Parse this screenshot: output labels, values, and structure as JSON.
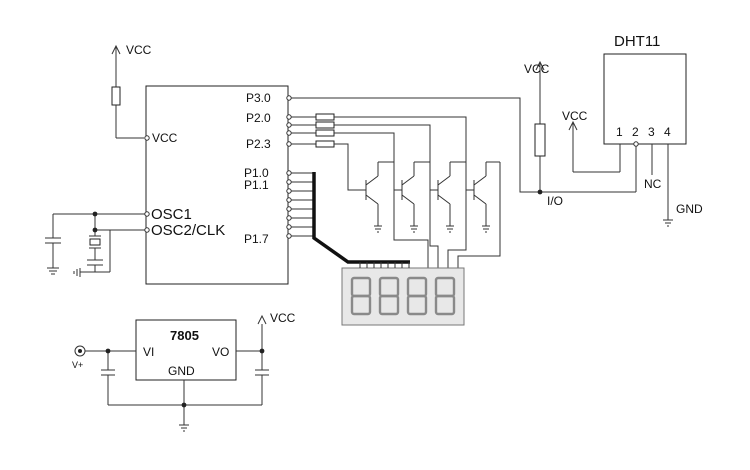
{
  "labels": {
    "vcc_top": "VCC",
    "vcc_mcu": "VCC",
    "p30": "P3.0",
    "p20": "P2.0",
    "p23": "P2.3",
    "p10": "P1.0",
    "p11": "P1.1",
    "p17": "P1.7",
    "osc1": "OSC1",
    "osc2": "OSC2/CLK",
    "dht_title": "DHT11",
    "dht_pin1": "1",
    "dht_pin2": "2",
    "dht_pin3": "3",
    "dht_pin4": "4",
    "dht_vcc_top": "VCC",
    "dht_vcc_left": "VCC",
    "nc": "NC",
    "gnd_dht": "GND",
    "io": "I/O",
    "reg_title": "7805",
    "reg_vi": "VI",
    "reg_vo": "VO",
    "reg_gnd": "GND",
    "vcc_reg": "VCC",
    "vplus": "V+"
  }
}
